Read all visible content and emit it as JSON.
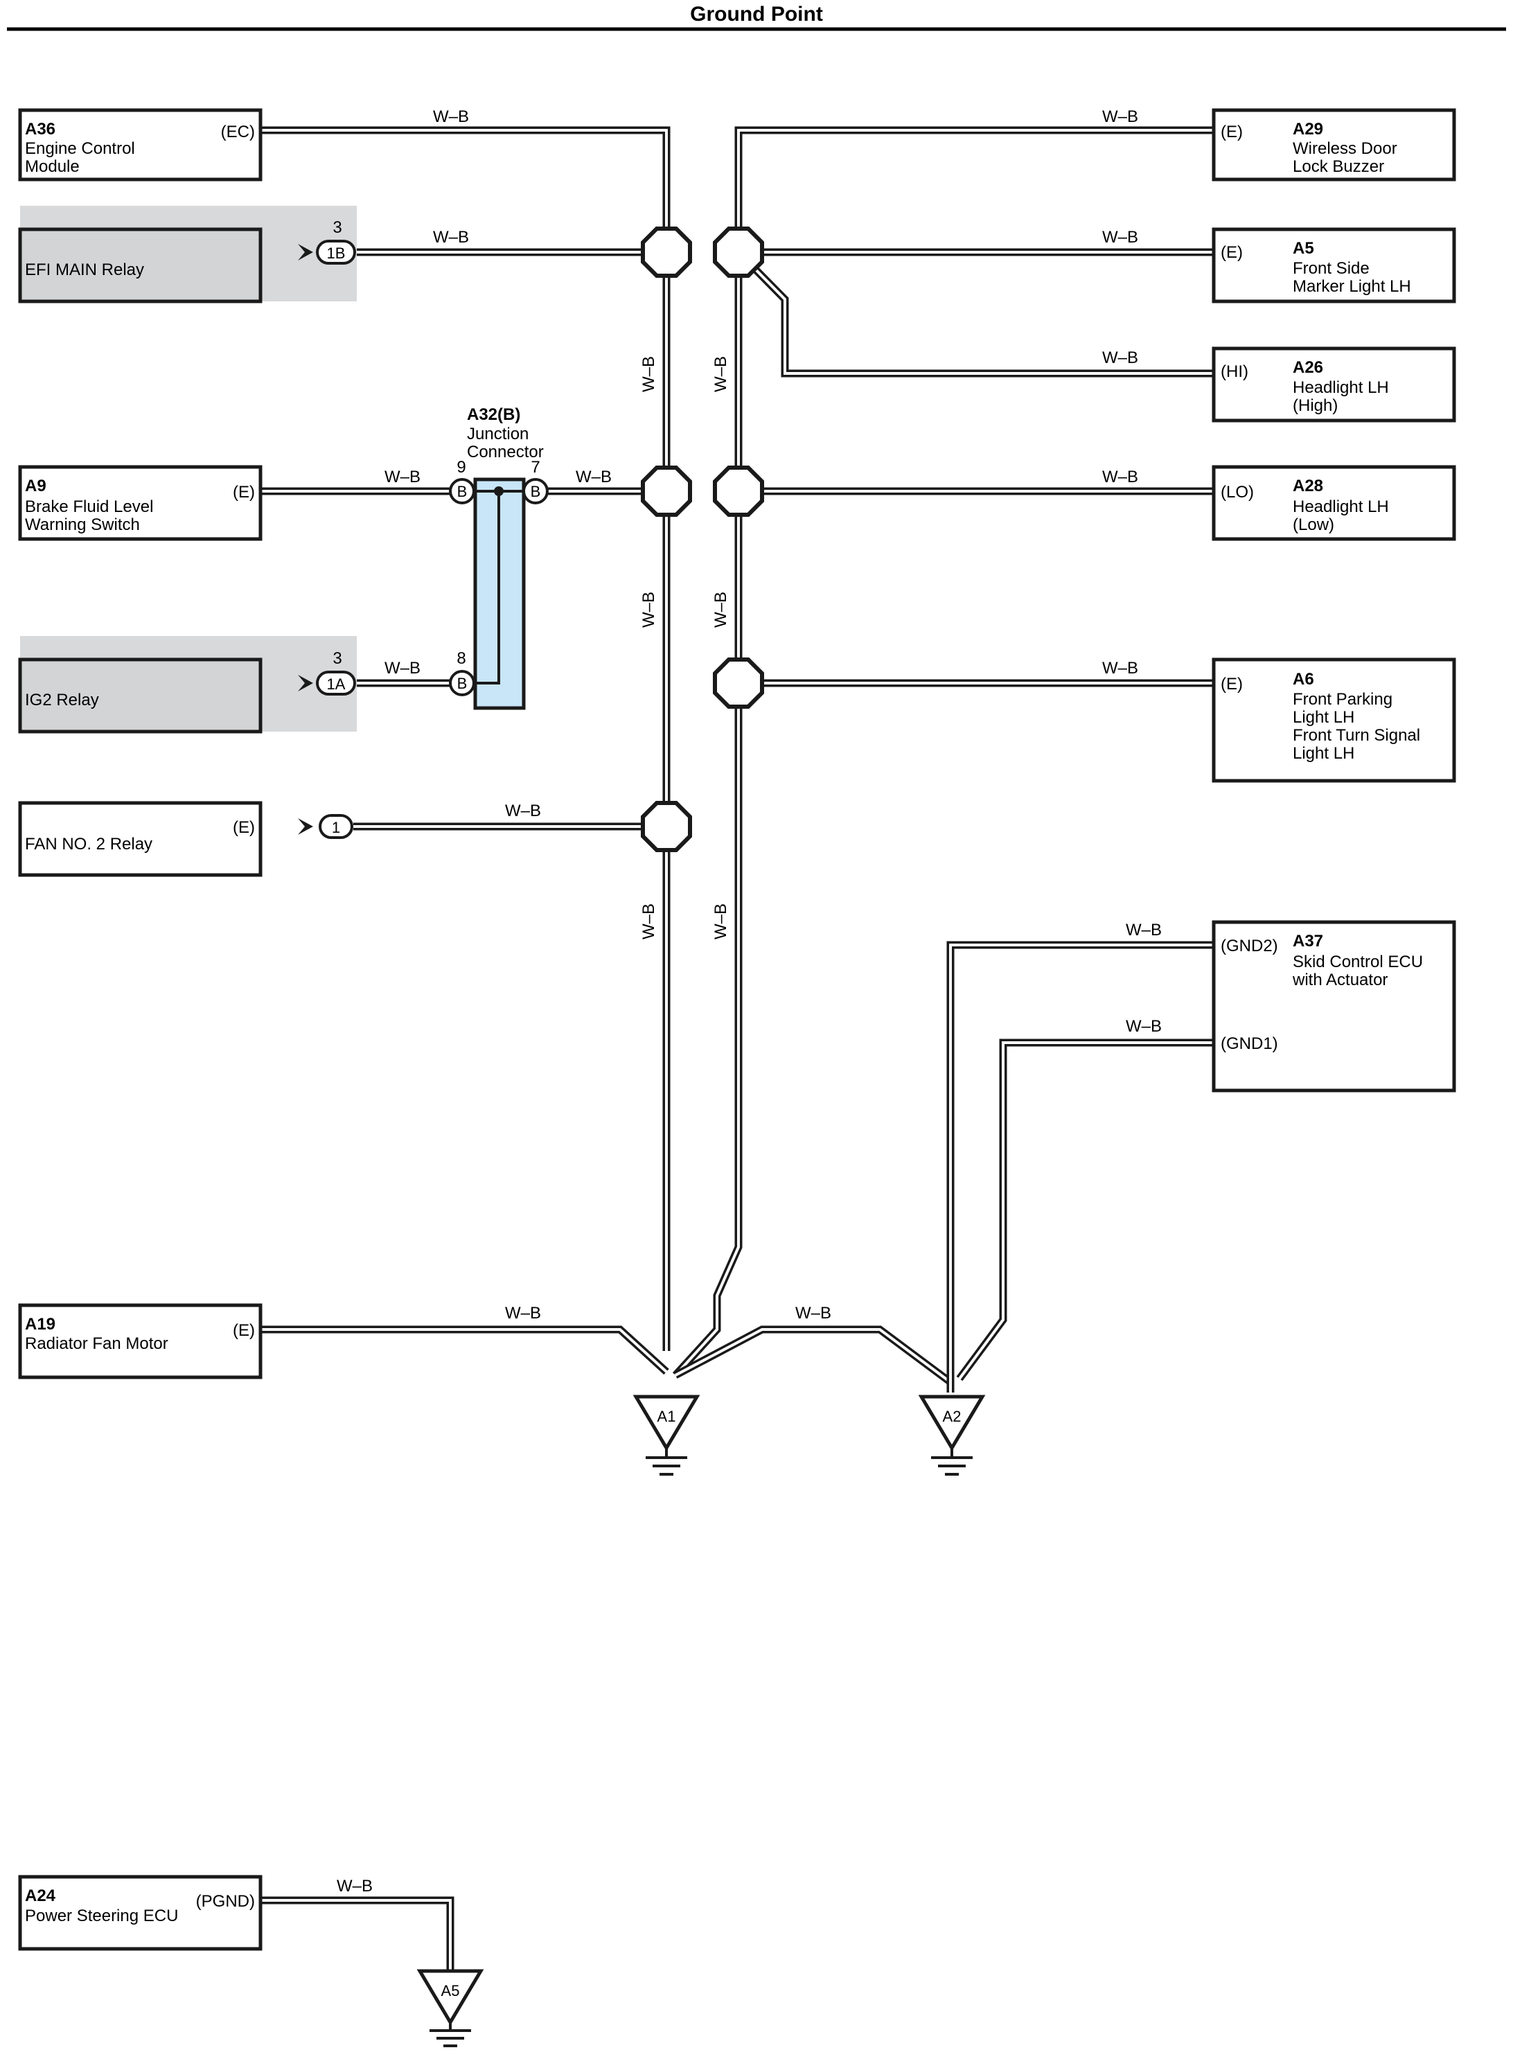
{
  "title": "Ground Point",
  "wire_color": "W–B",
  "left_components": {
    "a36": {
      "code": "A36",
      "name1": "Engine Control",
      "name2": "Module",
      "pin": "(EC)"
    },
    "efi": {
      "name": "EFI MAIN Relay",
      "pin_no": "3",
      "connector": "1B"
    },
    "a9": {
      "code": "A9",
      "name1": "Brake Fluid Level",
      "name2": "Warning Switch",
      "pin": "(E)"
    },
    "ig2": {
      "name": "IG2 Relay",
      "pin_no": "3",
      "connector": "1A"
    },
    "fan2": {
      "name": "FAN NO. 2 Relay",
      "pin": "(E)",
      "connector": "1"
    },
    "a19": {
      "code": "A19",
      "name1": "Radiator Fan Motor",
      "pin": "(E)"
    },
    "a24": {
      "code": "A24",
      "name1": "Power Steering ECU",
      "pin": "(PGND)"
    }
  },
  "junction": {
    "code": "A32(B)",
    "name1": "Junction",
    "name2": "Connector",
    "pin9": "9",
    "pin7": "7",
    "pin8": "8",
    "term": "B"
  },
  "right_components": {
    "a29": {
      "code": "A29",
      "name1": "Wireless Door",
      "name2": "Lock Buzzer",
      "pin": "(E)"
    },
    "a5": {
      "code": "A5",
      "name1": "Front Side",
      "name2": "Marker Light LH",
      "pin": "(E)"
    },
    "a26": {
      "code": "A26",
      "name1": "Headlight LH",
      "name2": "(High)",
      "pin": "(HI)"
    },
    "a28": {
      "code": "A28",
      "name1": "Headlight LH",
      "name2": "(Low)",
      "pin": "(LO)"
    },
    "a6": {
      "code": "A6",
      "name1": "Front Parking",
      "name2": "Light LH",
      "name3": "Front Turn Signal",
      "name4": "Light LH",
      "pin": "(E)"
    },
    "a37": {
      "code": "A37",
      "name1": "Skid Control ECU",
      "name2": "with Actuator",
      "pin1": "(GND2)",
      "pin2": "(GND1)"
    }
  },
  "grounds": {
    "g1": "A1",
    "g2": "A2",
    "g3": "A5"
  }
}
